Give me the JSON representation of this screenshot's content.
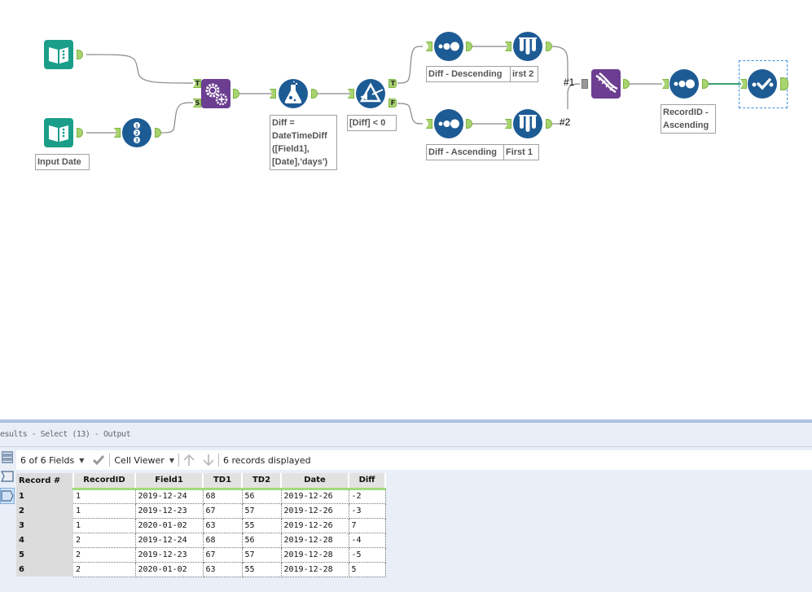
{
  "canvas": {
    "tools": [
      {
        "id": "input1",
        "type": "input-data",
        "annotation": ""
      },
      {
        "id": "input2",
        "type": "input-data",
        "annotation": "Input Date"
      },
      {
        "id": "recordid",
        "type": "record-id",
        "annotation": ""
      },
      {
        "id": "append",
        "type": "append-fields",
        "annotation": "",
        "anchors": [
          "T",
          "S"
        ]
      },
      {
        "id": "formula",
        "type": "formula",
        "annotation": "Diff = DateTimeDiff ([Field1], [Date],'days')"
      },
      {
        "id": "filter",
        "type": "filter",
        "annotation": "[Diff] < 0",
        "anchors": [
          "T",
          "F"
        ]
      },
      {
        "id": "sort1",
        "type": "sort",
        "annotation": "Diff - Descending"
      },
      {
        "id": "sample1",
        "type": "sample",
        "annotation": "irst 2"
      },
      {
        "id": "sort2",
        "type": "sort",
        "annotation": "Diff - Ascending"
      },
      {
        "id": "sample2",
        "type": "sample",
        "annotation": "First 1"
      },
      {
        "id": "union",
        "type": "union",
        "annotation": ""
      },
      {
        "id": "sort3",
        "type": "sort",
        "annotation": "RecordID - Ascending"
      },
      {
        "id": "select",
        "type": "select",
        "annotation": "",
        "selected": true
      }
    ],
    "formula_lines": [
      "Diff =",
      "DateTimeDiff",
      "([Field1],",
      "[Date],'days')"
    ],
    "sort3_lines": [
      "RecordID -",
      "Ascending"
    ],
    "connection_labels": [
      "#1",
      "#2"
    ],
    "colors": {
      "input": "#1a9e8a",
      "blue_tool": "#1d5b94",
      "purple_tool": "#6b3e91",
      "anchor": "#a8d46f",
      "active_wire": "#3aa06a"
    }
  },
  "results": {
    "title": "esults - Select (13) - Output",
    "toolbar": {
      "fields": "6 of 6 Fields",
      "viewer": "Cell Viewer",
      "records": "6 records displayed"
    },
    "columns": [
      "Record #",
      "RecordID",
      "Field1",
      "TD1",
      "TD2",
      "Date",
      "Diff"
    ],
    "rows": [
      [
        "1",
        "1",
        "2019-12-24",
        "68",
        "56",
        "2019-12-26",
        "-2"
      ],
      [
        "2",
        "1",
        "2019-12-23",
        "67",
        "57",
        "2019-12-26",
        "-3"
      ],
      [
        "3",
        "1",
        "2020-01-02",
        "63",
        "55",
        "2019-12-26",
        "7"
      ],
      [
        "4",
        "2",
        "2019-12-24",
        "68",
        "56",
        "2019-12-28",
        "-4"
      ],
      [
        "5",
        "2",
        "2019-12-23",
        "67",
        "57",
        "2019-12-28",
        "-5"
      ],
      [
        "6",
        "2",
        "2020-01-02",
        "63",
        "55",
        "2019-12-28",
        "5"
      ]
    ]
  }
}
